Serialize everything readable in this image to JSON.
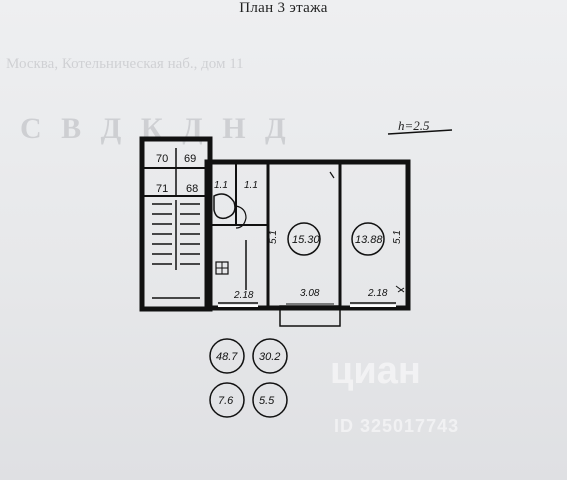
{
  "header": {
    "title": "План  3 этажа"
  },
  "plan": {
    "height_mark": "h=2.5",
    "apartment_numbers": [
      "70",
      "69",
      "71",
      "68"
    ],
    "room_areas": {
      "room_a": "15.30",
      "room_b": "13.88"
    },
    "dimensions": {
      "left_room_width": "5.1",
      "right_room_width": "5.1",
      "kitchen_bottom": "2.18",
      "middle_bottom": "3.08",
      "right_bottom": "2.18",
      "top_small_1": "1.1",
      "top_small_2": "1.1"
    },
    "summary": {
      "total": "48.7",
      "living": "30.2",
      "auxiliary": "7.6",
      "kitchen": "5.5"
    }
  },
  "background": {
    "faint_line": "Москва, Котельническая наб., дом 11",
    "faint_large": "С В Д   К   Д Н Д"
  },
  "watermark": {
    "brand": "циан",
    "id": "ID 325017743"
  }
}
